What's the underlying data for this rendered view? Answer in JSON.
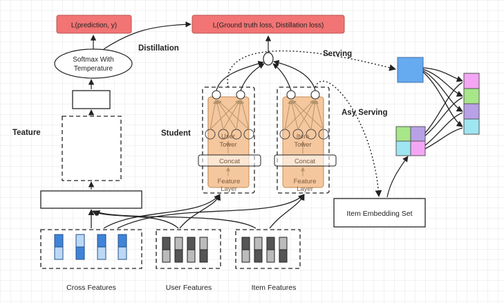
{
  "losses": {
    "teacher_loss": "L(prediction, y)",
    "student_loss": "L(Ground truth loss, Distillation loss)"
  },
  "softmax": {
    "line1": "Softmax With",
    "line2": "Temperature"
  },
  "labels": {
    "distillation": "Distillation",
    "serving": "Serving",
    "asy_serving": "Asy Serving",
    "teacher": "Teature",
    "student": "Student",
    "item_embedding_set": "Item Embedding Set"
  },
  "towers": {
    "user": {
      "name_line1": "User",
      "name_line2": "Tower",
      "concat": "Concat",
      "feature_line1": "Feature",
      "feature_line2": "Layer"
    },
    "item": {
      "name_line1": "Item",
      "name_line2": "Tower",
      "concat": "Concat",
      "feature_line1": "Feature",
      "feature_line2": "Layer"
    }
  },
  "feature_groups": {
    "cross": "Cross Features",
    "user": "User Features",
    "item": "Item Features"
  },
  "colors": {
    "loss_fill": "#f27474",
    "loss_stroke": "#b85450",
    "tower_fill": "#f5c79e",
    "tower_stroke": "#c48a52",
    "blue_dark": "#3f84d8",
    "blue_light": "#bcd8f5",
    "gray_dark": "#555555",
    "gray_light": "#bbbbbb",
    "embed_blue": "#66aaf0",
    "embed_pink": "#f4a6f4",
    "embed_green": "#a8e68a",
    "embed_purple": "#b9a1e8",
    "embed_cyan": "#9fe6f2",
    "grid": "#e6e6e6"
  }
}
